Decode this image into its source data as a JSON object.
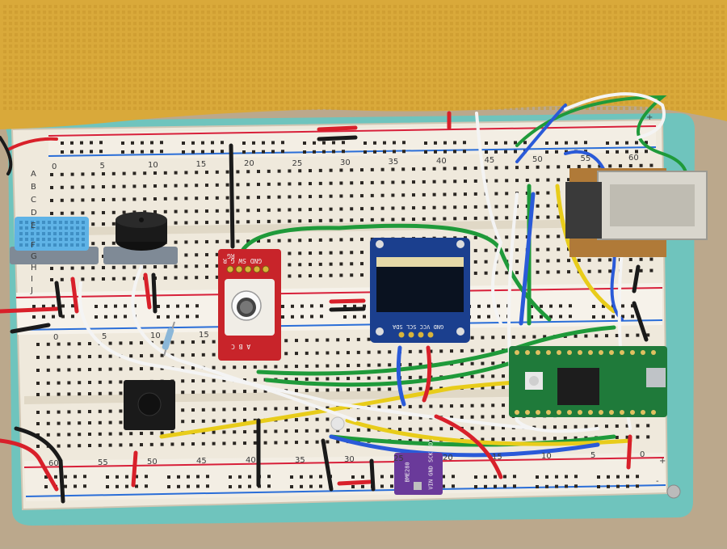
{
  "board": {
    "column_numbers_top": [
      "0",
      "5",
      "10",
      "15",
      "20",
      "25",
      "30",
      "35",
      "40",
      "45",
      "50",
      "55",
      "60"
    ],
    "column_numbers_bottom": [
      "60",
      "55",
      "50",
      "45",
      "40",
      "35",
      "30",
      "25",
      "20",
      "15",
      "10",
      "5",
      "0"
    ],
    "column_numbers_mid_left": [
      "0",
      "5",
      "10",
      "15"
    ],
    "row_letters_top": [
      "A",
      "B",
      "C",
      "D",
      "E"
    ],
    "row_letters_mid": [
      "F",
      "G",
      "H",
      "I",
      "J"
    ],
    "rail_marks": [
      "+",
      "-"
    ]
  },
  "modules": {
    "encoder_pins": "GND SW G R",
    "encoder_abc": "A  B  C",
    "encoder_rg": "RG",
    "oled_pins": "GND VCC SCL SDA",
    "bme_label": "BME280",
    "bme_pins": "VIN GND SCK SDI"
  },
  "colors": {
    "towel": "#d9a93a",
    "breadboard": "#efe9dc",
    "base_plate": "#6fc4bd",
    "pcb_red": "#c8242a",
    "pcb_green": "#1f7a3a",
    "pcb_purple": "#6a3a9a",
    "oled_blue": "#1b3f8e",
    "wire_green": "#1f9a3a",
    "wire_blue": "#2a5ad8",
    "wire_yellow": "#e8cc1a",
    "wire_white": "#f4f4f4",
    "wire_red": "#d8202a",
    "wire_black": "#1a1a1a"
  },
  "objects": [
    "towel",
    "breadboard",
    "dht-sensor",
    "buzzer",
    "rotary-encoder-module",
    "oled-display",
    "teensy-board",
    "ethernet-jack",
    "push-button",
    "bme280-sensor",
    "resistor",
    "led",
    "jumper-wires"
  ]
}
